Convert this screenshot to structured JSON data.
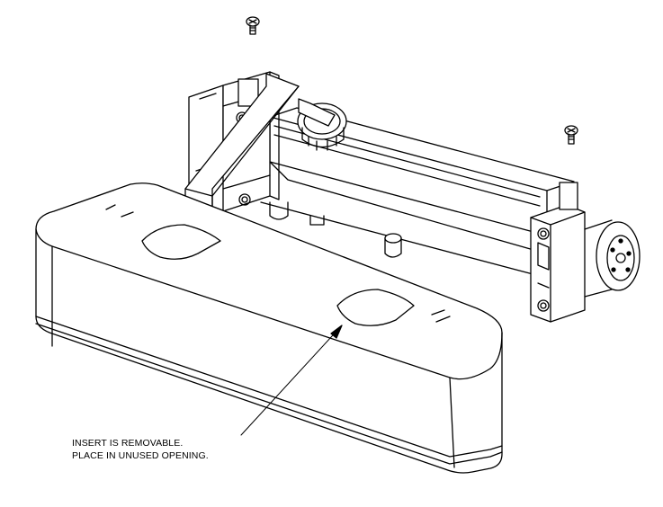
{
  "callout": {
    "line1": "INSERT IS REMOVABLE.",
    "line2": "PLACE IN UNUSED OPENING."
  },
  "colors": {
    "ink": "#000000",
    "paper": "#ffffff"
  },
  "parts": [
    "screw",
    "screw",
    "closer-body",
    "arm",
    "mounting-bracket-left",
    "mounting-bracket-right",
    "cover",
    "removable-insert"
  ]
}
